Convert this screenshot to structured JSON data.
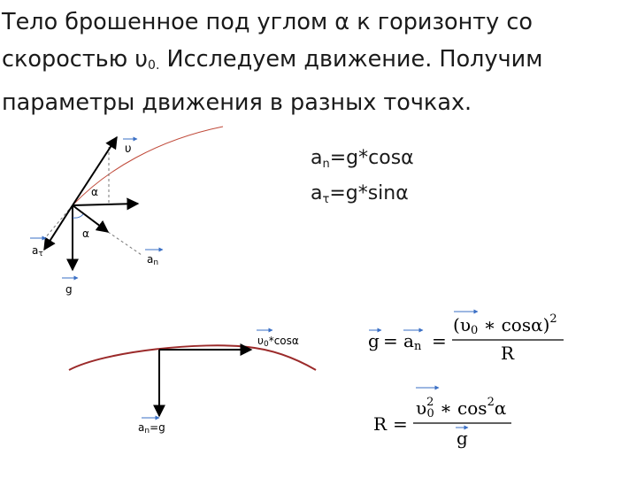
{
  "title": {
    "line1": "Тело брошенное под углом α к горизонту со",
    "line2_a": "скоростью υ",
    "line2_sub": "0.",
    "line2_b": " Исследуем движение. Получим",
    "line3": "параметры движения в разных точках."
  },
  "diagram1": {
    "v_label": "υ",
    "alpha_upper": "α",
    "alpha_lower": "α",
    "a_tau_label": "a",
    "a_tau_sub": "τ",
    "a_n_label": "a",
    "a_n_sub": "n",
    "g_label": "g"
  },
  "formulas_right": {
    "an_a": "a",
    "an_sub": "n",
    "an_rest": "=g*cosα",
    "at_a": "a",
    "at_sub": "τ",
    "at_rest": "=g*sinα"
  },
  "diagram2": {
    "v0_label": "υ",
    "v0_sub": "0",
    "v0_rest": "*cosα",
    "an_label": "a",
    "an_sub": "n",
    "an_rest": "=g"
  },
  "formula_g": {
    "lhs_g": "g",
    "eq1": "=",
    "an_a": "a",
    "an_sub": "n",
    "eq2": "=",
    "num_open": "(",
    "num_v": "υ",
    "num_v_sub": "0",
    "num_rest": " ∗ cosα)",
    "num_sup": "2",
    "den": "R"
  },
  "formula_R": {
    "lhs": "R",
    "eq": "=",
    "num_v": "υ",
    "num_v_sub": "0",
    "num_v_sup": "2",
    "num_rest": " ∗ cos",
    "num_cos_sup": "2",
    "num_alpha": "α",
    "den": "g"
  },
  "colors": {
    "arrow_blue": "#3a6fc4",
    "curve_red": "#c04a3a",
    "text": "#1a1a1a"
  }
}
